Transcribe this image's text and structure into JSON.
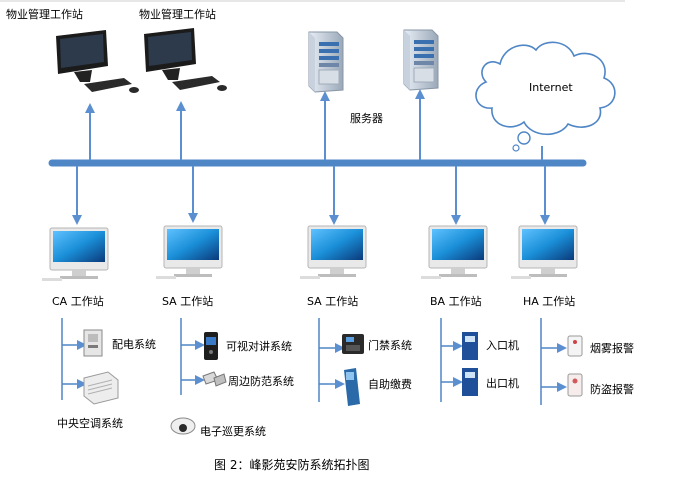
{
  "top": {
    "workstation_left": "物业管理工作站",
    "workstation_right": "物业管理工作站",
    "server_label": "服务器",
    "internet": "Internet"
  },
  "stations": {
    "ca": "CA 工作站",
    "sa1": "SA 工作站",
    "sa2": "SA 工作站",
    "ba": "BA 工作站",
    "ha": "HA 工作站"
  },
  "subsystems": {
    "ca": [
      "配电系统",
      "中央空调系统"
    ],
    "sa1": [
      "可视对讲系统",
      "周边防范系统",
      "电子巡更系统"
    ],
    "sa2": [
      "门禁系统",
      "自助缴费"
    ],
    "ba": [
      "入口机",
      "出口机"
    ],
    "ha": [
      "烟雾报警",
      "防盗报警"
    ]
  },
  "caption": "图 2：峰影苑安防系统拓扑图",
  "colors": {
    "bus": "#4f86c6",
    "arrow": "#5b8fcf",
    "tree": "#4f86c6",
    "screen_top": "#1a8fd8",
    "screen_bottom": "#0b3a7a",
    "cloud_stroke": "#4f86c6"
  }
}
